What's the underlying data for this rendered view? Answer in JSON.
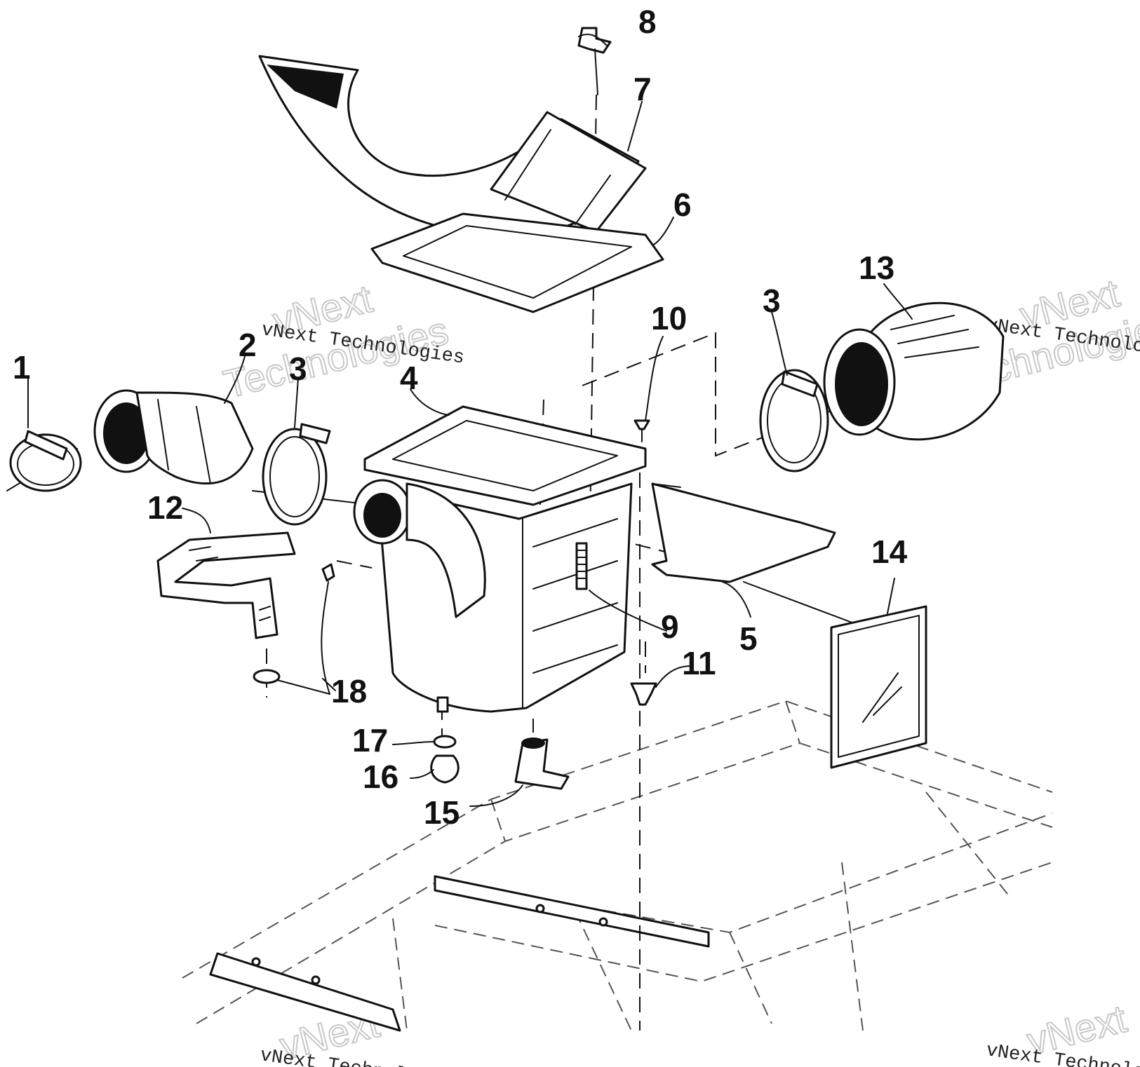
{
  "callouts": [
    {
      "id": "p1",
      "text": "1"
    },
    {
      "id": "p2",
      "text": "2"
    },
    {
      "id": "p3a",
      "text": "3"
    },
    {
      "id": "p3b",
      "text": "3"
    },
    {
      "id": "p4",
      "text": "4"
    },
    {
      "id": "p5",
      "text": "5"
    },
    {
      "id": "p6",
      "text": "6"
    },
    {
      "id": "p7",
      "text": "7"
    },
    {
      "id": "p8",
      "text": "8"
    },
    {
      "id": "p9",
      "text": "9"
    },
    {
      "id": "p10",
      "text": "10"
    },
    {
      "id": "p11",
      "text": "11"
    },
    {
      "id": "p12",
      "text": "12"
    },
    {
      "id": "p13",
      "text": "13"
    },
    {
      "id": "p14",
      "text": "14"
    },
    {
      "id": "p15",
      "text": "15"
    },
    {
      "id": "p16",
      "text": "16"
    },
    {
      "id": "p17",
      "text": "17"
    },
    {
      "id": "p18",
      "text": "18"
    }
  ],
  "watermark": {
    "brand": "vNext",
    "company": "Technologies",
    "full": "vNext Technologies"
  }
}
